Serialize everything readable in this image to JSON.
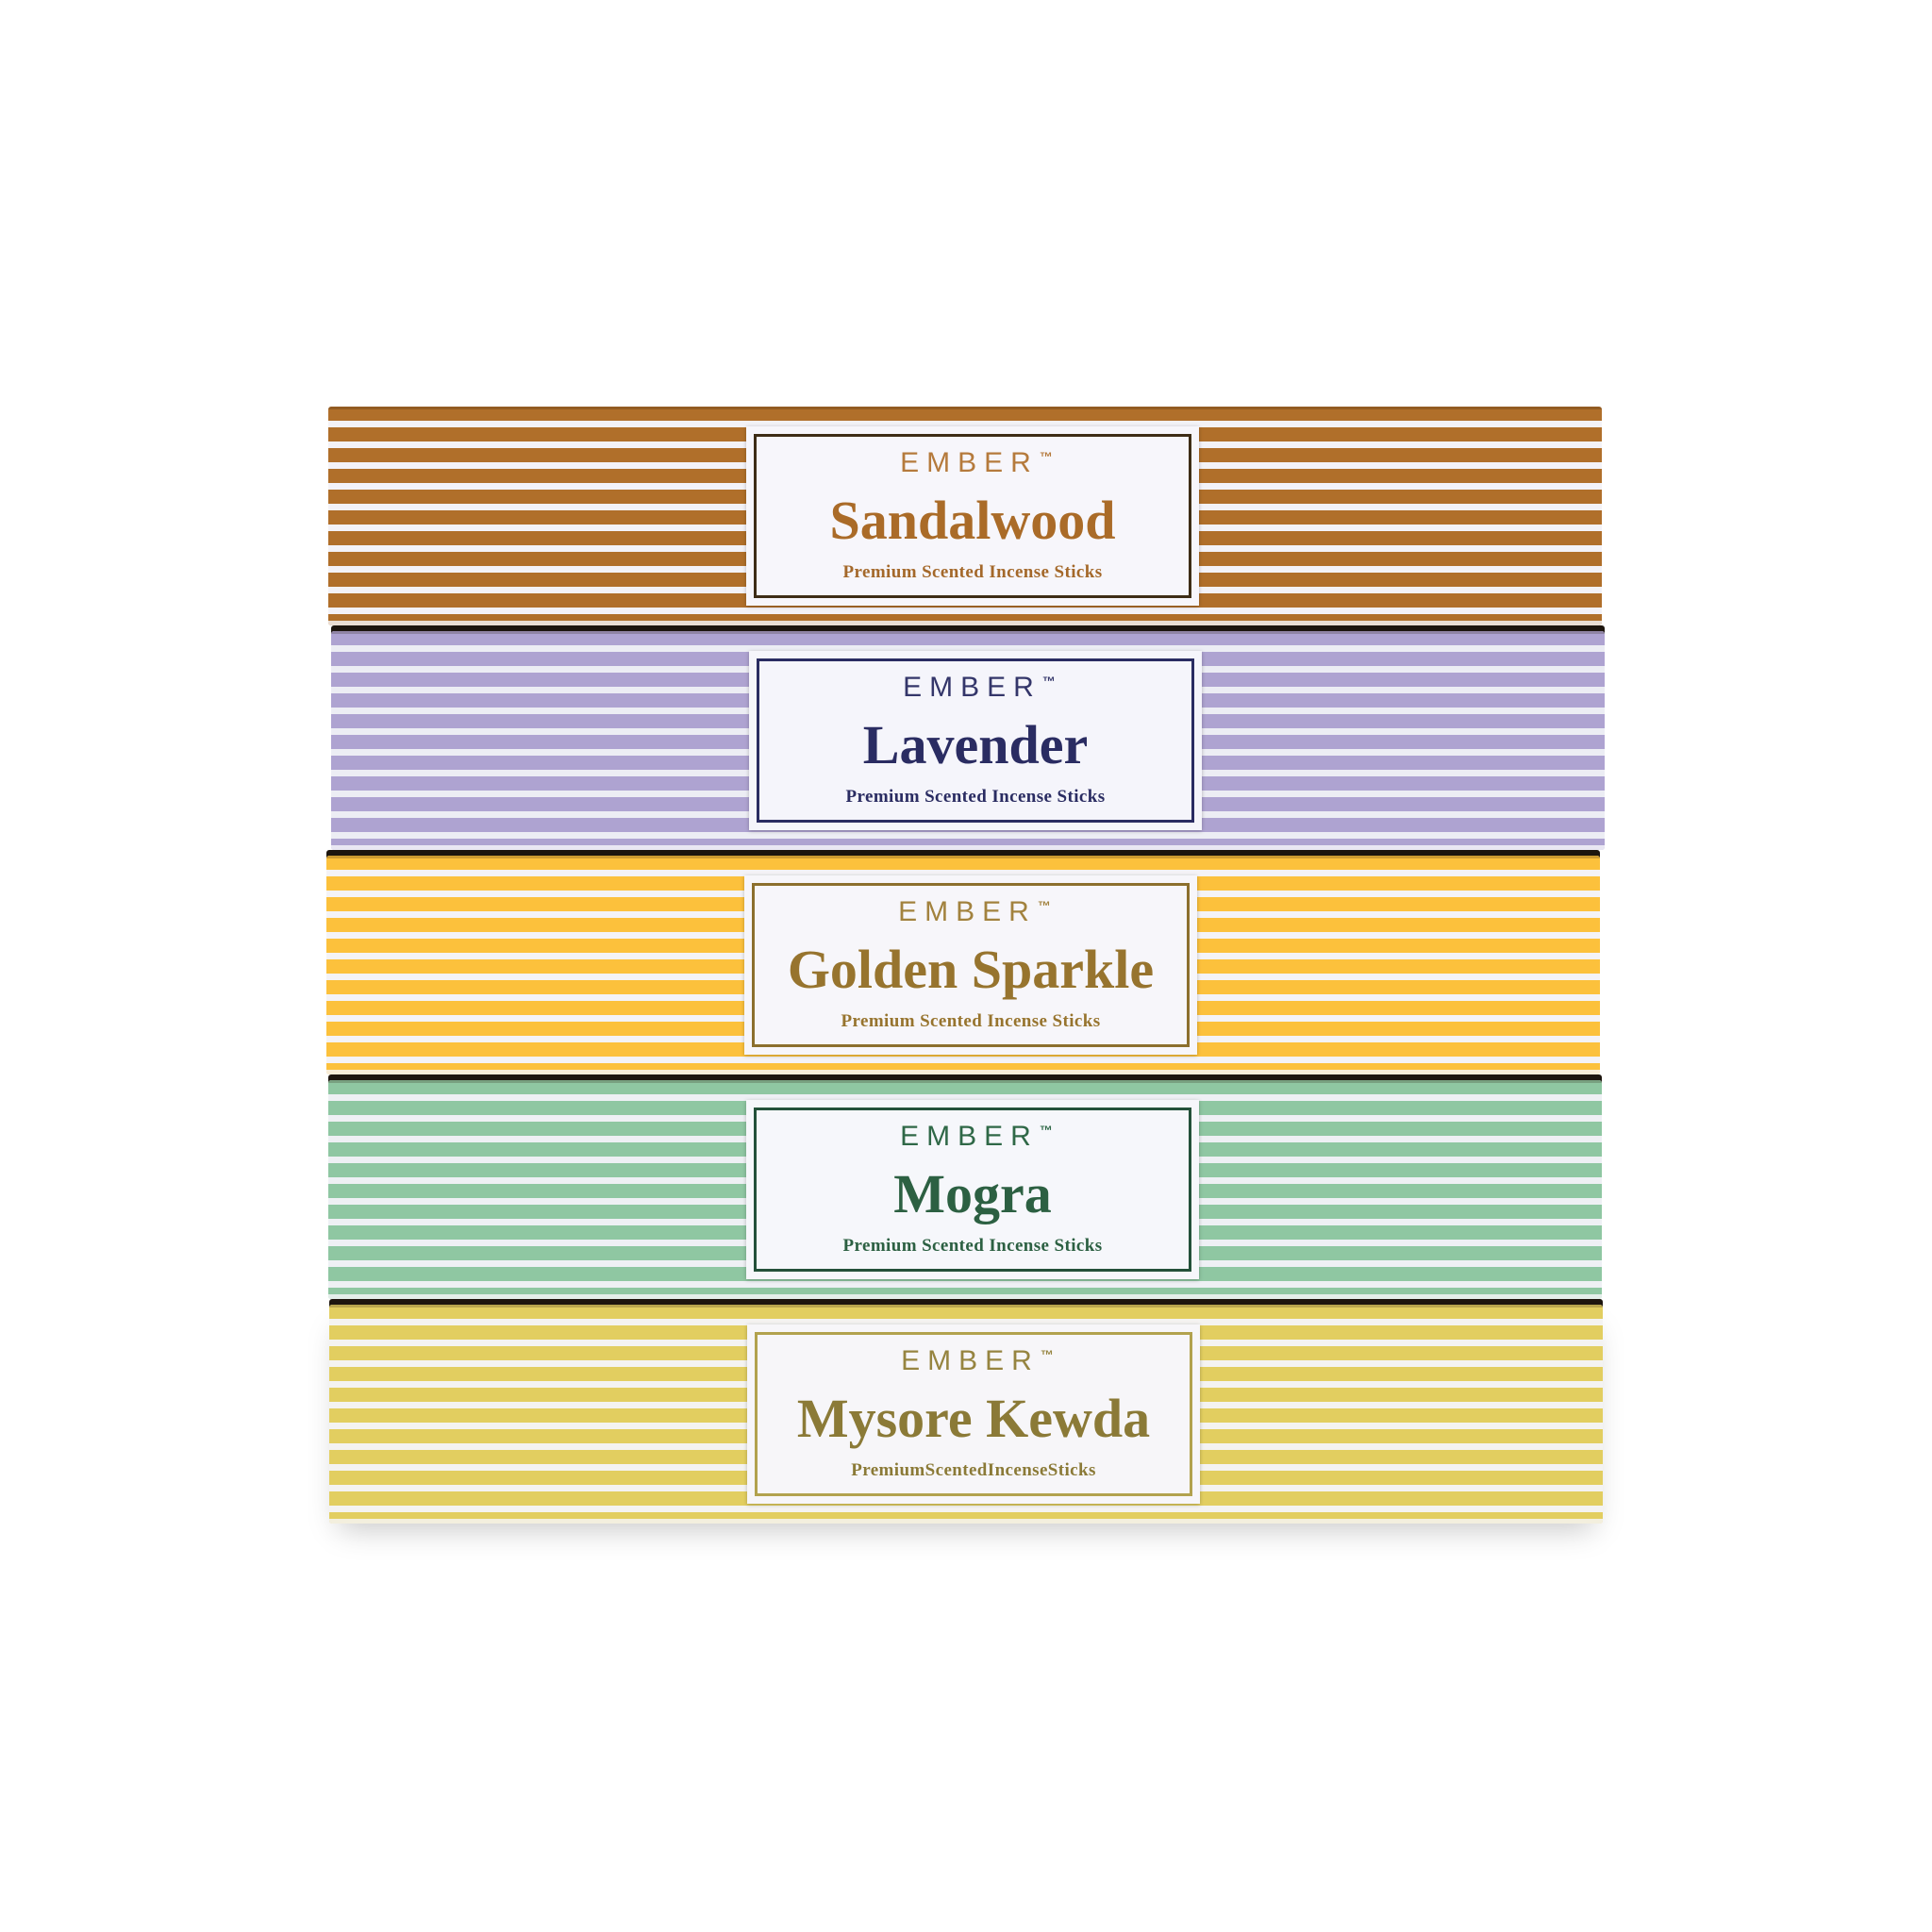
{
  "scene": {
    "background": "#ffffff",
    "description": "Stack of five striped premium incense stick boxes"
  },
  "brand": {
    "wordmark": "EMBER",
    "trademark": "™"
  },
  "boxes": [
    {
      "scent": "Sandalwood",
      "tagline": "Premium Scented Incense Sticks",
      "stripe_color": "#b06f2a",
      "stripe_gap_color": "#f3f2f7",
      "label_background": "#f7f6fb",
      "label_border_color": "#3e2d16",
      "brand_color": "#b57a3c",
      "scent_color": "#aa6b28",
      "tagline_color": "#a4682a"
    },
    {
      "scent": "Lavender",
      "tagline": "Premium Scented Incense Sticks",
      "stripe_color": "#aea3d1",
      "stripe_gap_color": "#ecedf4",
      "label_background": "#f5f5fb",
      "label_border_color": "#2a2c62",
      "brand_color": "#34366a",
      "scent_color": "#2a2c62",
      "tagline_color": "#2a2c62"
    },
    {
      "scent": "Golden Sparkle",
      "tagline": "Premium Scented Incense Sticks",
      "stripe_color": "#fcc13c",
      "stripe_gap_color": "#f4f3f6",
      "label_background": "#f7f6fa",
      "label_border_color": "#8c6f2d",
      "brand_color": "#a2823e",
      "scent_color": "#97742e",
      "tagline_color": "#97742e"
    },
    {
      "scent": "Mogra",
      "tagline": "Premium Scented Incense Sticks",
      "stripe_color": "#8fc7a2",
      "stripe_gap_color": "#eef0f4",
      "label_background": "#f6f7fb",
      "label_border_color": "#24513a",
      "brand_color": "#2f6847",
      "scent_color": "#2c6042",
      "tagline_color": "#2c6042"
    },
    {
      "scent": "Mysore Kewda",
      "tagline": "PremiumScentedIncenseSticks",
      "stripe_color": "#e2ce60",
      "stripe_gap_color": "#f4f3f1",
      "label_background": "#f7f6f9",
      "label_border_color": "#b2a24e",
      "brand_color": "#968440",
      "scent_color": "#8b7a37",
      "tagline_color": "#8b7a37"
    }
  ]
}
